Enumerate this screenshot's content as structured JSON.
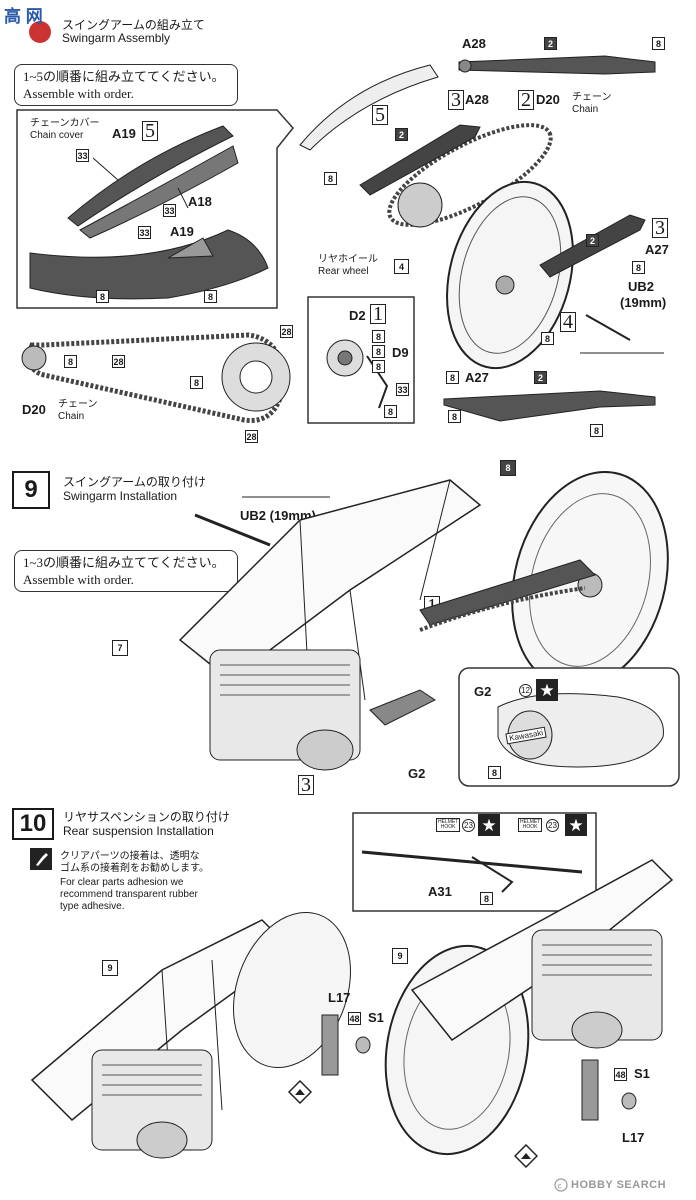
{
  "header": {
    "watermark": "高 网"
  },
  "step8": {
    "title_jp": "スイングアームの組み立て",
    "title_en": "Swingarm Assembly",
    "order_jp": "1~5の順番に組み立ててください。",
    "order_en": "Assemble with order.",
    "chain_cover_jp": "チェーンカバー",
    "chain_cover_en": "Chain cover",
    "chain_jp": "チェーン",
    "chain_en": "Chain",
    "rear_wheel_jp": "リヤホイール",
    "rear_wheel_en": "Rear wheel",
    "parts": {
      "a19": "A19",
      "a18": "A18",
      "a19b": "A19",
      "d20": "D20",
      "d20b": "D20",
      "a28": "A28",
      "a28b": "A28",
      "a27": "A27",
      "a27b": "A27",
      "d2": "D2",
      "d9": "D9",
      "ub2": "UB2",
      "ub2_size": "(19mm)"
    }
  },
  "step9": {
    "number": "9",
    "title_jp": "スイングアームの取り付け",
    "title_en": "Swingarm Installation",
    "order_jp": "1~3の順番に組み立ててください。",
    "order_en": "Assemble with order.",
    "ub2": "UB2 (19mm)",
    "g2": "G2",
    "g2b": "G2",
    "kawasaki": "Kawasaki"
  },
  "step10": {
    "number": "10",
    "title_jp": "リヤサスペンションの取り付け",
    "title_en": "Rear suspension Installation",
    "note_jp_1": "クリアパーツの接着は、透明な",
    "note_jp_2": "ゴム系の接着剤をお勧めします。",
    "note_en_1": "For clear parts adhesion we",
    "note_en_2": "recommend transparent rubber",
    "note_en_3": "type adhesive.",
    "l17": "L17",
    "l17b": "L17",
    "s1": "S1",
    "s1b": "S1",
    "a31": "A31",
    "helmet": "HELMET",
    "hook": "HOOK"
  },
  "badges": {
    "n2": "2",
    "n4": "4",
    "n7": "7",
    "n8": "8",
    "n9": "9",
    "n12": "12",
    "n23": "23",
    "n28": "28",
    "n33": "33",
    "n48": "48"
  },
  "steps_nums": {
    "s1": "1",
    "s2": "2",
    "s3": "3",
    "s4": "4",
    "s5": "5"
  },
  "footer": {
    "brand": "HOBBY SEARCH"
  }
}
